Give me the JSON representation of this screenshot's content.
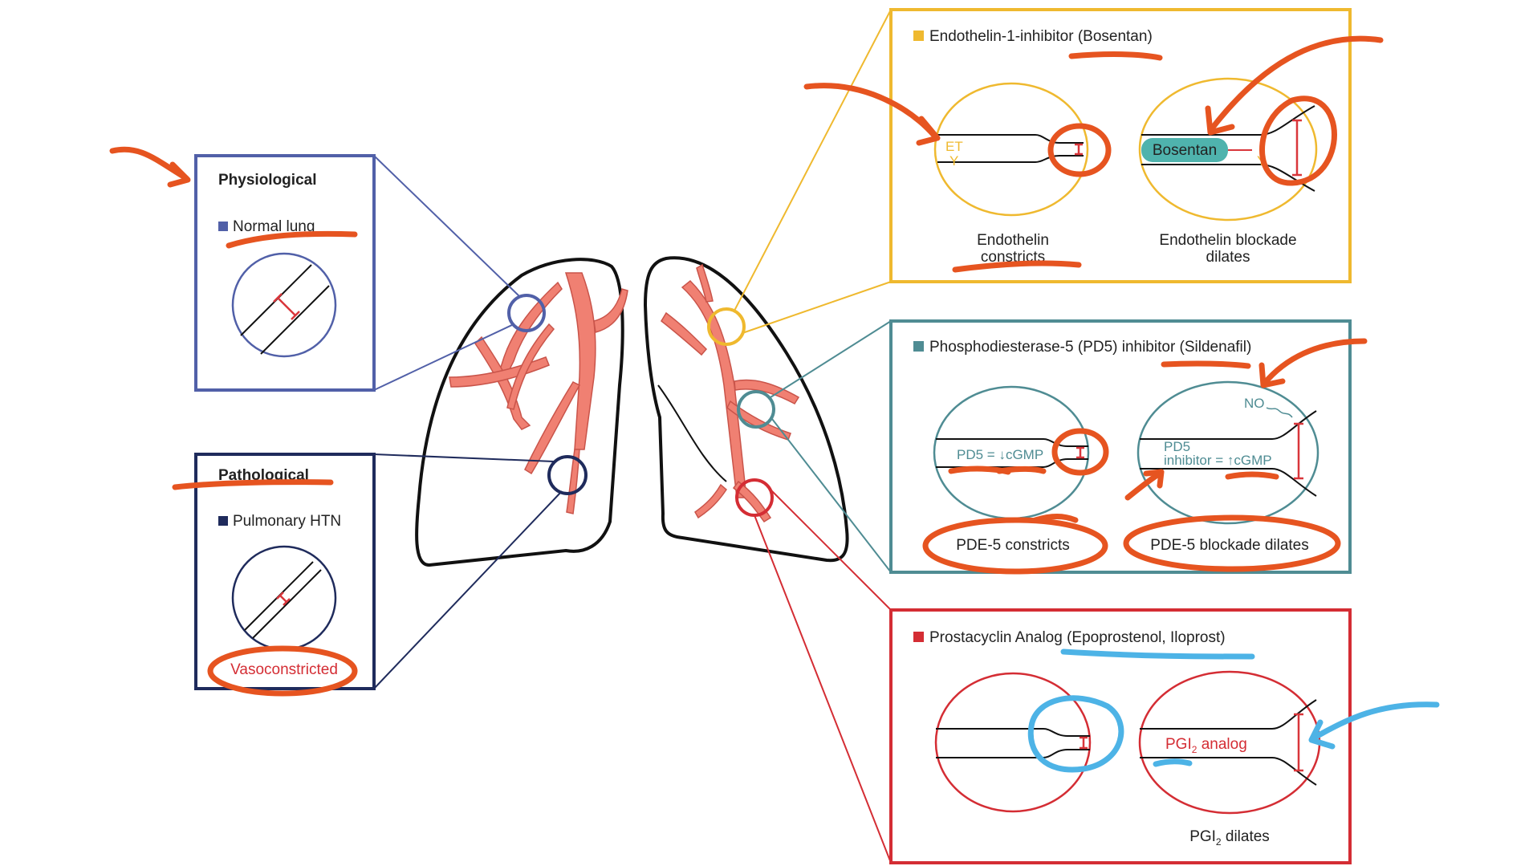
{
  "physio": {
    "heading": "Physiological",
    "legend": "Normal lung",
    "color": "#5160a8"
  },
  "patho": {
    "heading": "Pathological",
    "legend": "Pulmonary HTN",
    "note": "Vasoconstricted",
    "color": "#1f2b5c"
  },
  "endo": {
    "title": "Endothelin-1-inhibitor (Bosentan)",
    "et_label": "ET",
    "left_caption_1": "Endothelin",
    "left_caption_2": "constricts",
    "bosentan_label": "Bosentan",
    "right_caption_1": "Endothelin blockade",
    "right_caption_2": "dilates",
    "color": "#efb92f"
  },
  "pde": {
    "title": "Phosphodiesterase-5 (PD5) inhibitor (Sildenafil)",
    "left_formula": "PD5 = ↓cGMP",
    "no_label": "NO",
    "right_formula_1": "PD5",
    "right_formula_2": "inhibitor = ↑cGMP",
    "left_caption": "PDE-5 constricts",
    "right_caption": "PDE-5 blockade dilates",
    "color": "#4f8c93"
  },
  "prosta": {
    "title": "Prostacyclin Analog (Epoprostenol, Iloprost)",
    "analog_label_main": "PGI",
    "analog_label_sub": "2",
    "analog_label_rest": " analog",
    "caption_main": "PGI",
    "caption_sub": "2",
    "caption_rest": " dilates",
    "color": "#d42d34"
  },
  "colors": {
    "annotation_orange": "#e65420",
    "annotation_blue": "#4db3e6",
    "vessel_pink": "#f08072",
    "measure_red": "#d9363b",
    "outline": "#111111"
  }
}
